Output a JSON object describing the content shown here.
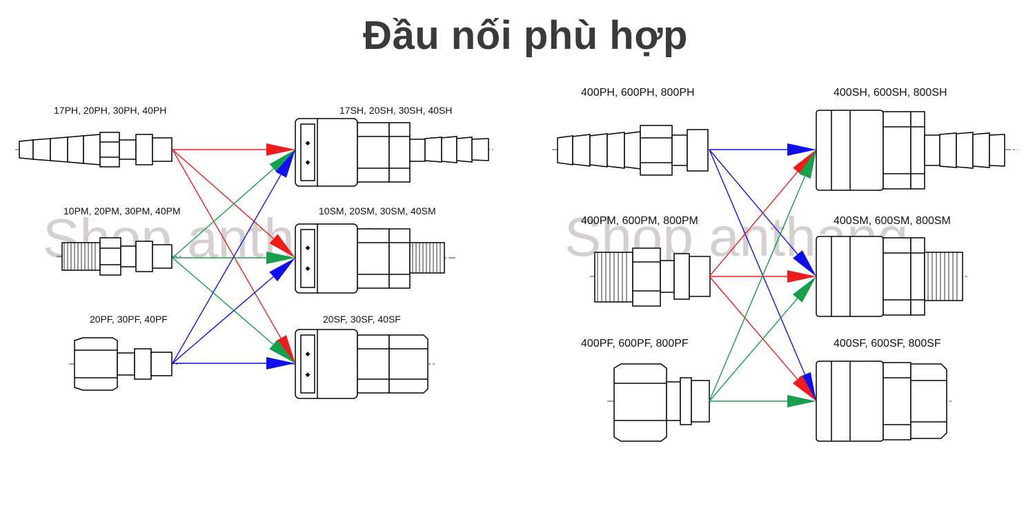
{
  "title": "Đầu nối phù hợp",
  "watermark": "Shop anthang",
  "colors": {
    "red": "#ee1c1c",
    "green": "#16a04b",
    "blue": "#1010ee",
    "outline": "#000000"
  },
  "left_group": {
    "plugs": [
      "17PH, 20PH, 30PH, 40PH",
      "10PM, 20PM, 30PM, 40PM",
      "20PF, 30PF, 40PF"
    ],
    "sockets": [
      "17SH, 20SH, 30SH, 40SH",
      "10SM, 20SM, 30SM, 40SM",
      "20SF, 30SF, 40SF"
    ]
  },
  "right_group": {
    "plugs": [
      "400PH, 600PH, 800PH",
      "400PM, 600PM, 800PM",
      "400PF, 600PF, 800PF"
    ],
    "sockets": [
      "400SH, 600SH, 800SH",
      "400SM, 600SM, 800SM",
      "400SF, 600SF, 800SF"
    ]
  },
  "connections": {
    "left": [
      {
        "from": 0,
        "to": 0,
        "color": "red"
      },
      {
        "from": 0,
        "to": 1,
        "color": "red"
      },
      {
        "from": 0,
        "to": 2,
        "color": "red"
      },
      {
        "from": 1,
        "to": 0,
        "color": "green"
      },
      {
        "from": 1,
        "to": 1,
        "color": "green"
      },
      {
        "from": 1,
        "to": 2,
        "color": "green"
      },
      {
        "from": 2,
        "to": 0,
        "color": "blue"
      },
      {
        "from": 2,
        "to": 1,
        "color": "blue"
      },
      {
        "from": 2,
        "to": 2,
        "color": "blue"
      }
    ],
    "right": [
      {
        "from": 0,
        "to": 0,
        "color": "blue"
      },
      {
        "from": 0,
        "to": 1,
        "color": "blue"
      },
      {
        "from": 0,
        "to": 2,
        "color": "blue"
      },
      {
        "from": 1,
        "to": 0,
        "color": "red"
      },
      {
        "from": 1,
        "to": 1,
        "color": "red"
      },
      {
        "from": 1,
        "to": 2,
        "color": "red"
      },
      {
        "from": 2,
        "to": 0,
        "color": "green"
      },
      {
        "from": 2,
        "to": 1,
        "color": "green"
      },
      {
        "from": 2,
        "to": 2,
        "color": "green"
      }
    ]
  }
}
